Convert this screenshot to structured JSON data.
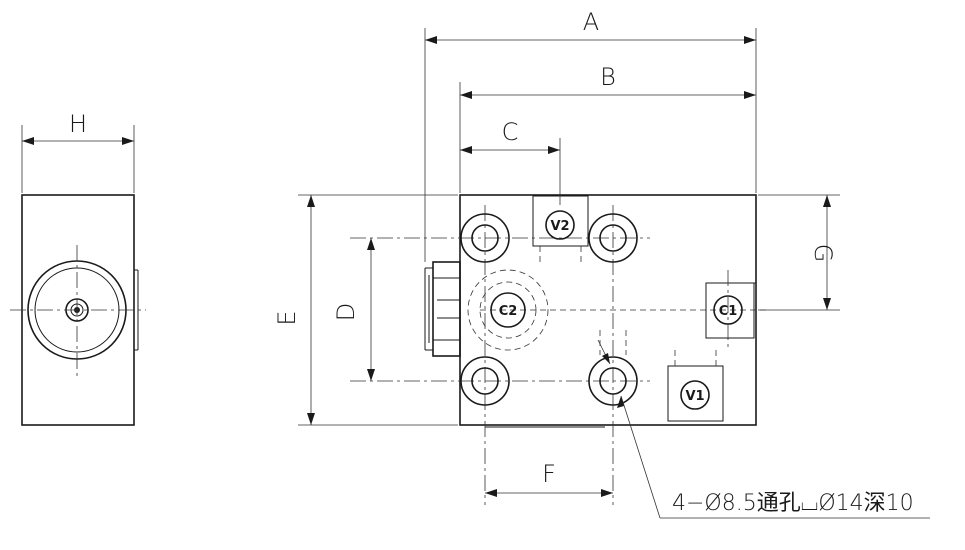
{
  "dimensions": {
    "A": "A",
    "B": "B",
    "C": "C",
    "D": "D",
    "E": "E",
    "F": "F",
    "G": "G",
    "H": "H"
  },
  "ports": {
    "V1": "V1",
    "V2": "V2",
    "C1": "C1",
    "C2": "C2"
  },
  "hole_note": "4−Ø8.5通孔⌴Ø14深10",
  "colors": {
    "line": "#1a1a1a",
    "background": "#ffffff"
  }
}
